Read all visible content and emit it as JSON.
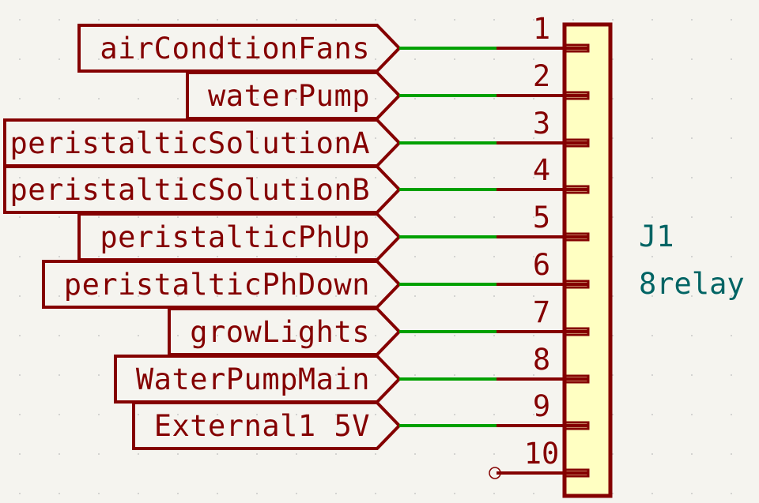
{
  "colors": {
    "background": "#f5f4ef",
    "grid_dot": "#c8c8c8",
    "symbol": "#840000",
    "wire": "#00a000",
    "body_fill": "#ffffc2",
    "reference": "#006464"
  },
  "component": {
    "reference": "J1",
    "value": "8relay"
  },
  "pins": [
    {
      "number": "1",
      "net": "airCondtionFans"
    },
    {
      "number": "2",
      "net": "waterPump"
    },
    {
      "number": "3",
      "net": "peristalticSolutionA"
    },
    {
      "number": "4",
      "net": "peristalticSolutionB"
    },
    {
      "number": "5",
      "net": "peristalticPhUp"
    },
    {
      "number": "6",
      "net": "peristalticPhDown"
    },
    {
      "number": "7",
      "net": "growLights"
    },
    {
      "number": "8",
      "net": "WaterPumpMain"
    },
    {
      "number": "9",
      "net": "External1 5V"
    },
    {
      "number": "10",
      "net": "",
      "unconnected": true
    }
  ]
}
